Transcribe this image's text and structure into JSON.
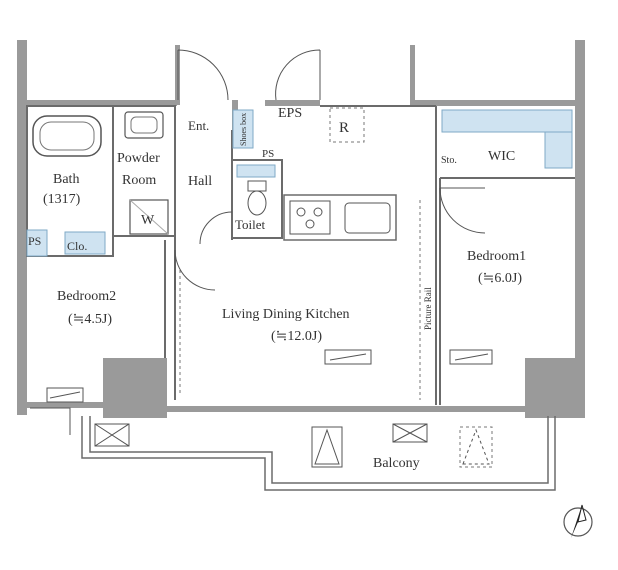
{
  "rooms": {
    "bath": "Bath",
    "bath_size": "(1317)",
    "powder_room_1": "Powder",
    "powder_room_2": "Room",
    "washer": "W",
    "entrance": "Ent.",
    "shoes_box": "Shoes box",
    "eps": "EPS",
    "ps_top": "PS",
    "refrigerator": "R",
    "hall": "Hall",
    "toilet": "Toilet",
    "storage_small": "Sto.",
    "wic": "WIC",
    "ps_left": "PS",
    "closet": "Clo.",
    "bedroom2": "Bedroom2",
    "bedroom2_size": "(≒4.5J)",
    "ldk": "Living Dining Kitchen",
    "ldk_size": "(≒12.0J)",
    "picture_rail": "Picture Rail",
    "bedroom1": "Bedroom1",
    "bedroom1_size": "(≒6.0J)",
    "balcony": "Balcony"
  },
  "colors": {
    "wall": "#9a9a9a",
    "storage": "#cfe3f1",
    "line": "#6b6b6b"
  },
  "icons": [
    "north-compass-icon",
    "bathtub-icon",
    "sink-icon",
    "toilet-icon",
    "stove-icon",
    "kitchen-sink-icon"
  ]
}
